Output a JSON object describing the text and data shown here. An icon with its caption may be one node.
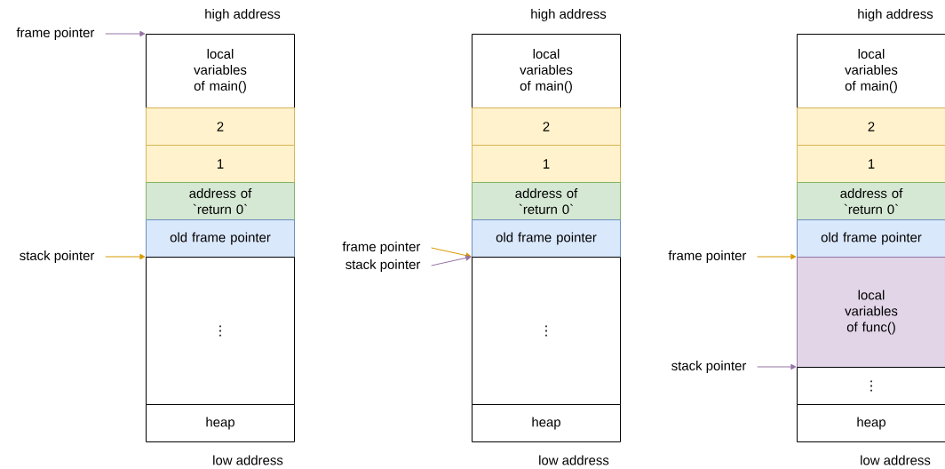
{
  "diagram": {
    "nodes": [
      {
        "text": [
          "frame pointer"
        ]
      },
      {
        "text": [
          "stack pointer"
        ]
      },
      {
        "text": [
          "local variables of main()"
        ]
      },
      {
        "text": [
          "2"
        ]
      },
      {
        "text": [
          "1"
        ]
      },
      {
        "text": [
          "address of `return 0`"
        ]
      },
      {
        "text": [
          "old frame pointer"
        ]
      },
      {
        "text": [
          "⋮"
        ]
      },
      {
        "text": [
          "heap"
        ]
      },
      {
        "text": [
          "frame pointer"
        ]
      },
      {
        "text": [
          "stack pointer"
        ]
      },
      {
        "text": [
          "local variables of main()"
        ]
      },
      {
        "text": [
          "2"
        ]
      },
      {
        "text": [
          "1"
        ]
      },
      {
        "text": [
          "address of `return 0`"
        ]
      },
      {
        "text": [
          "old frame pointer"
        ]
      },
      {
        "text": [
          "⋮"
        ]
      },
      {
        "text": [
          "heap"
        ]
      },
      {
        "text": [
          "frame pointer"
        ]
      },
      {
        "text": [
          "stack pointer"
        ]
      },
      {
        "text": [
          "local variables of main()"
        ]
      },
      {
        "text": [
          "2"
        ]
      },
      {
        "text": [
          "1"
        ]
      },
      {
        "text": [
          "address of `return 0`"
        ]
      },
      {
        "text": [
          "old frame pointer"
        ]
      },
      {
        "text": [
          "local variables of func()"
        ]
      },
      {
        "text": [
          "⋮"
        ]
      },
      {
        "text": [
          "heap"
        ]
      }
    ],
    "edges": [
      {
        "from": 0,
        "to": 2,
        "arrow": "to",
        "color": "#9673a6"
      },
      {
        "from": 1,
        "to": 7,
        "arrow": "to",
        "color": "#d79b00"
      },
      {
        "from": 9,
        "to": 16,
        "arrow": "to",
        "color": "#d79b00"
      },
      {
        "from": 10,
        "to": 16,
        "arrow": "to",
        "color": "#9673a6"
      },
      {
        "from": 18,
        "to": 25,
        "arrow": "to",
        "color": "#d79b00"
      },
      {
        "from": 19,
        "to": 26,
        "arrow": "to",
        "color": "#9673a6"
      }
    ],
    "labels": [
      "high address",
      "high address",
      "high address",
      "low address",
      "low address",
      "low address"
    ]
  }
}
